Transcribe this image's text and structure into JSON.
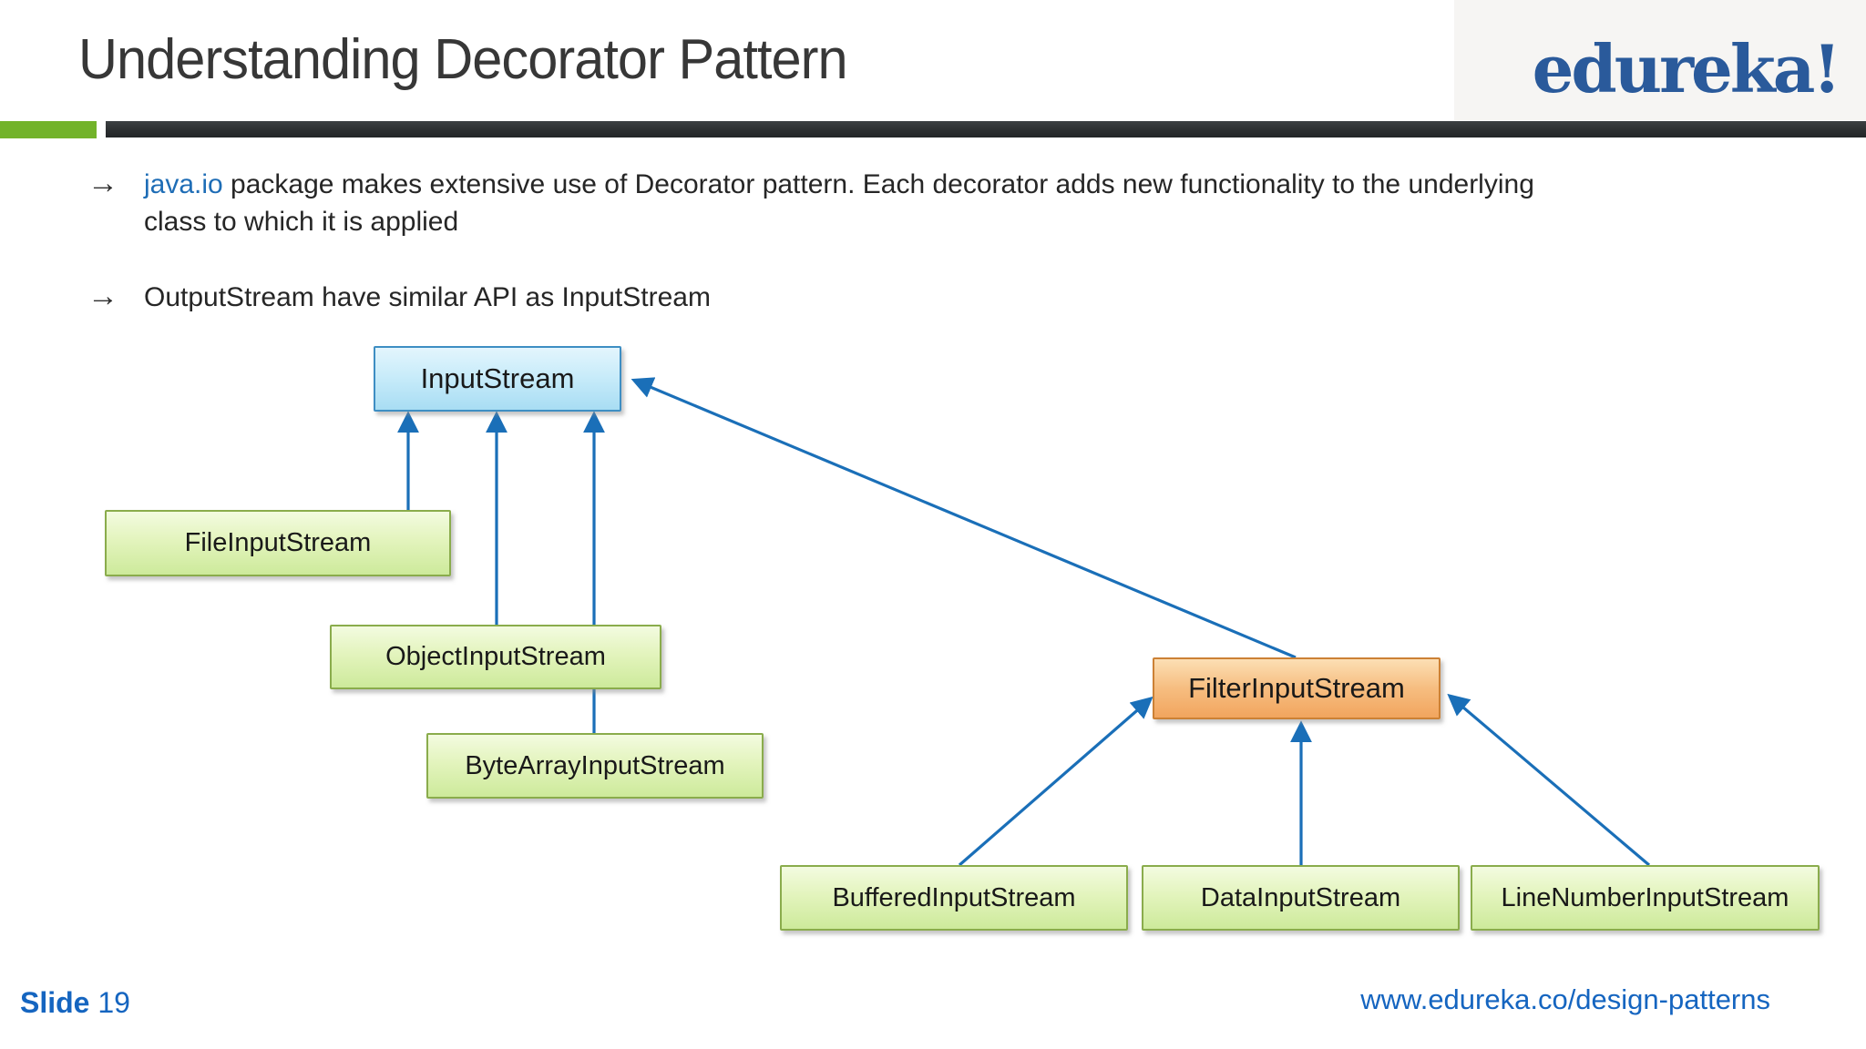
{
  "header": {
    "title": "Understanding Decorator Pattern",
    "logo": "edureka!"
  },
  "bullets": {
    "marker": "→",
    "item1": {
      "link": "java.io",
      "line1_rest": " package makes extensive use of Decorator pattern. Each decorator adds new functionality to the underlying",
      "line2": "class to which it is applied"
    },
    "item2": {
      "text": "OutputStream have similar API as InputStream"
    }
  },
  "diagram": {
    "nodes": {
      "input_stream": {
        "label": "InputStream",
        "color": "blue",
        "role": "component base class"
      },
      "file_input_stream": {
        "label": "FileInputStream",
        "color": "green",
        "role": "concrete component"
      },
      "object_input_stream": {
        "label": "ObjectInputStream",
        "color": "green",
        "role": "concrete component"
      },
      "byte_array_input_stream": {
        "label": "ByteArrayInputStream",
        "color": "green",
        "role": "concrete component"
      },
      "filter_input_stream": {
        "label": "FilterInputStream",
        "color": "orange",
        "role": "decorator base class"
      },
      "buffered_input_stream": {
        "label": "BufferedInputStream",
        "color": "green",
        "role": "concrete decorator"
      },
      "data_input_stream": {
        "label": "DataInputStream",
        "color": "green",
        "role": "concrete decorator"
      },
      "line_number_input_stream": {
        "label": "LineNumberInputStream",
        "color": "green",
        "role": "concrete decorator"
      }
    },
    "edges": [
      {
        "from": "FileInputStream",
        "to": "InputStream"
      },
      {
        "from": "ObjectInputStream",
        "to": "InputStream"
      },
      {
        "from": "ByteArrayInputStream",
        "to": "InputStream"
      },
      {
        "from": "FilterInputStream",
        "to": "InputStream"
      },
      {
        "from": "BufferedInputStream",
        "to": "FilterInputStream"
      },
      {
        "from": "DataInputStream",
        "to": "FilterInputStream"
      },
      {
        "from": "LineNumberInputStream",
        "to": "FilterInputStream"
      }
    ],
    "arrow_color": "#1a6fb8"
  },
  "footer": {
    "slide_label": "Slide",
    "slide_number": "19",
    "url": "www.edureka.co/design-patterns"
  },
  "colors": {
    "accent_green_bar": "#72b32a",
    "dark_bar": "#2d3134",
    "link_blue": "#1e6db6",
    "footer_blue": "#1565c0",
    "logo_blue": "#2a5a9b",
    "node_blue_fill": "#c9ecfa",
    "node_green_fill": "#e3f4bd",
    "node_orange_fill": "#f6bd80"
  }
}
